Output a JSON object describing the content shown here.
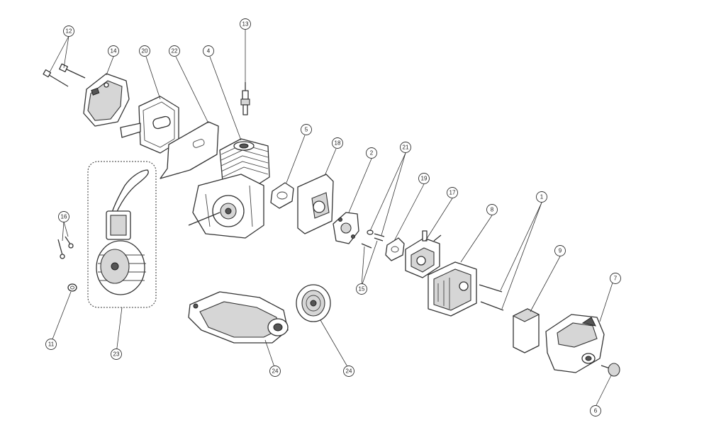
{
  "callouts": [
    {
      "id": "c12",
      "label": "12"
    },
    {
      "id": "c14",
      "label": "14"
    },
    {
      "id": "c20",
      "label": "20"
    },
    {
      "id": "c22",
      "label": "22"
    },
    {
      "id": "c4",
      "label": "4"
    },
    {
      "id": "c13",
      "label": "13"
    },
    {
      "id": "c5",
      "label": "5"
    },
    {
      "id": "c18",
      "label": "18"
    },
    {
      "id": "c2",
      "label": "2"
    },
    {
      "id": "c21",
      "label": "21"
    },
    {
      "id": "c19",
      "label": "19"
    },
    {
      "id": "c17",
      "label": "17"
    },
    {
      "id": "c8",
      "label": "8"
    },
    {
      "id": "c1",
      "label": "1"
    },
    {
      "id": "c9",
      "label": "9"
    },
    {
      "id": "c7",
      "label": "7"
    },
    {
      "id": "c6",
      "label": "6"
    },
    {
      "id": "c16",
      "label": "16"
    },
    {
      "id": "c11",
      "label": "11"
    },
    {
      "id": "c23",
      "label": "23"
    },
    {
      "id": "c24a",
      "label": "24"
    },
    {
      "id": "c24b",
      "label": "24"
    },
    {
      "id": "c15",
      "label": "15"
    }
  ]
}
